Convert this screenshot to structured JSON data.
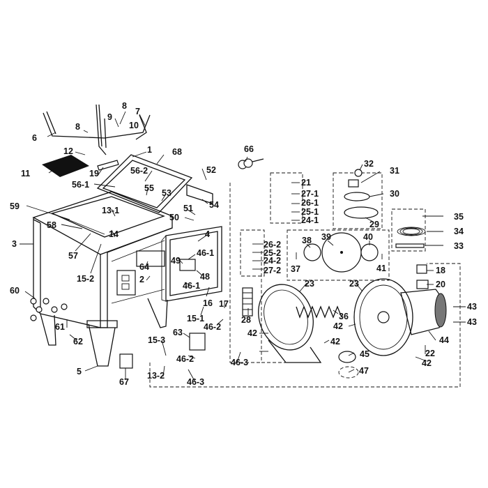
{
  "diagram": {
    "labels": [
      {
        "id": "l-8a",
        "text": "8"
      },
      {
        "id": "l-7",
        "text": "7"
      },
      {
        "id": "l-9",
        "text": "9"
      },
      {
        "id": "l-10",
        "text": "10"
      },
      {
        "id": "l-8b",
        "text": "8"
      },
      {
        "id": "l-6",
        "text": "6"
      },
      {
        "id": "l-1",
        "text": "1"
      },
      {
        "id": "l-66",
        "text": "66"
      },
      {
        "id": "l-12",
        "text": "12"
      },
      {
        "id": "l-68",
        "text": "68"
      },
      {
        "id": "l-11",
        "text": "11"
      },
      {
        "id": "l-19",
        "text": "19"
      },
      {
        "id": "l-56-2",
        "text": "56-2"
      },
      {
        "id": "l-52",
        "text": "52"
      },
      {
        "id": "l-21",
        "text": "21"
      },
      {
        "id": "l-32",
        "text": "32"
      },
      {
        "id": "l-31",
        "text": "31"
      },
      {
        "id": "l-56-1",
        "text": "56-1"
      },
      {
        "id": "l-55",
        "text": "55"
      },
      {
        "id": "l-53",
        "text": "53"
      },
      {
        "id": "l-27-1",
        "text": "27-1"
      },
      {
        "id": "l-30",
        "text": "30"
      },
      {
        "id": "l-26-1a",
        "text": "26-1"
      },
      {
        "id": "l-54",
        "text": "54"
      },
      {
        "id": "l-59",
        "text": "59"
      },
      {
        "id": "l-13-1",
        "text": "13-1"
      },
      {
        "id": "l-51",
        "text": "51"
      },
      {
        "id": "l-25-1",
        "text": "25-1"
      },
      {
        "id": "l-24-1",
        "text": "24-1"
      },
      {
        "id": "l-50",
        "text": "50"
      },
      {
        "id": "l-29",
        "text": "29"
      },
      {
        "id": "l-35",
        "text": "35"
      },
      {
        "id": "l-4",
        "text": "4"
      },
      {
        "id": "l-58",
        "text": "58"
      },
      {
        "id": "l-14",
        "text": "14"
      },
      {
        "id": "l-34",
        "text": "34"
      },
      {
        "id": "l-26-2",
        "text": "26-2"
      },
      {
        "id": "l-38",
        "text": "38"
      },
      {
        "id": "l-39",
        "text": "39"
      },
      {
        "id": "l-40",
        "text": "40"
      },
      {
        "id": "l-3",
        "text": "3"
      },
      {
        "id": "l-57",
        "text": "57"
      },
      {
        "id": "l-46-1",
        "text": "46-1"
      },
      {
        "id": "l-25-2",
        "text": "25-2"
      },
      {
        "id": "l-33",
        "text": "33"
      },
      {
        "id": "l-24-2",
        "text": "24-2"
      },
      {
        "id": "l-49",
        "text": "49"
      },
      {
        "id": "l-37",
        "text": "37"
      },
      {
        "id": "l-41",
        "text": "41"
      },
      {
        "id": "l-64",
        "text": "64"
      },
      {
        "id": "l-27-2",
        "text": "27-2"
      },
      {
        "id": "l-15-2",
        "text": "15-2"
      },
      {
        "id": "l-18",
        "text": "18"
      },
      {
        "id": "l-48",
        "text": "48"
      },
      {
        "id": "l-2",
        "text": "2"
      },
      {
        "id": "l-46-1b",
        "text": "46-1"
      },
      {
        "id": "l-23a",
        "text": "23"
      },
      {
        "id": "l-23b",
        "text": "23"
      },
      {
        "id": "l-20",
        "text": "20"
      },
      {
        "id": "l-60",
        "text": "60"
      },
      {
        "id": "l-16",
        "text": "16"
      },
      {
        "id": "l-17",
        "text": "17"
      },
      {
        "id": "l-28",
        "text": "28"
      },
      {
        "id": "l-43a",
        "text": "43"
      },
      {
        "id": "l-15-1",
        "text": "15-1"
      },
      {
        "id": "l-36",
        "text": "36"
      },
      {
        "id": "l-46-2a",
        "text": "46-2"
      },
      {
        "id": "l-42a",
        "text": "42"
      },
      {
        "id": "l-43b",
        "text": "43"
      },
      {
        "id": "l-61",
        "text": "61"
      },
      {
        "id": "l-63",
        "text": "63"
      },
      {
        "id": "l-42b",
        "text": "42"
      },
      {
        "id": "l-44",
        "text": "44"
      },
      {
        "id": "l-62",
        "text": "62"
      },
      {
        "id": "l-15-3",
        "text": "15-3"
      },
      {
        "id": "l-42c",
        "text": "42"
      },
      {
        "id": "l-22",
        "text": "22"
      },
      {
        "id": "l-45",
        "text": "45"
      },
      {
        "id": "l-46-2b",
        "text": "46-2"
      },
      {
        "id": "l-46-3a",
        "text": "46-3"
      },
      {
        "id": "l-42d",
        "text": "42"
      },
      {
        "id": "l-5",
        "text": "5"
      },
      {
        "id": "l-47",
        "text": "47"
      },
      {
        "id": "l-13-2",
        "text": "13-2"
      },
      {
        "id": "l-67",
        "text": "67"
      },
      {
        "id": "l-46-3b",
        "text": "46-3"
      }
    ]
  }
}
